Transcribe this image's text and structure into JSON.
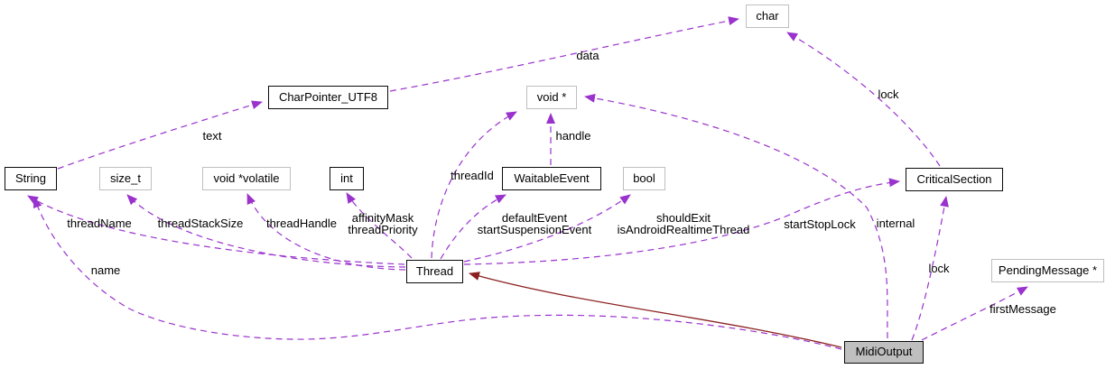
{
  "diagram": {
    "kind": "doxygen-collaboration-graph",
    "current_class": "MidiOutput",
    "colors": {
      "usage_edge": "#9a32cd",
      "private_inheritance_edge": "#8b2020",
      "node_fill": "#ffffff",
      "current_node_fill": "#bfbfbf",
      "linked_node_border": "#0a0a0a",
      "plain_node_border": "#bfbfbf"
    }
  },
  "nodes": [
    {
      "label": "char",
      "style": "plain"
    },
    {
      "label": "CharPointer_UTF8",
      "style": "linked"
    },
    {
      "label": "void *",
      "style": "plain"
    },
    {
      "label": "String",
      "style": "linked"
    },
    {
      "label": "size_t",
      "style": "plain"
    },
    {
      "label": "void *volatile",
      "style": "plain"
    },
    {
      "label": "int",
      "style": "linked"
    },
    {
      "label": "WaitableEvent",
      "style": "linked"
    },
    {
      "label": "bool",
      "style": "plain"
    },
    {
      "label": "CriticalSection",
      "style": "linked"
    },
    {
      "label": "Thread",
      "style": "linked"
    },
    {
      "label": "PendingMessage *",
      "style": "plain"
    },
    {
      "label": "MidiOutput",
      "style": "current"
    }
  ],
  "edges": [
    {
      "from": "String",
      "to": "CharPointer_UTF8",
      "relation": "usage",
      "label_lines": [
        "text"
      ]
    },
    {
      "from": "CharPointer_UTF8",
      "to": "char",
      "relation": "usage",
      "label_lines": [
        "data"
      ]
    },
    {
      "from": "CriticalSection",
      "to": "char",
      "relation": "usage",
      "label_lines": [
        "lock"
      ]
    },
    {
      "from": "WaitableEvent",
      "to": "void *",
      "relation": "usage",
      "label_lines": [
        "handle"
      ]
    },
    {
      "from": "Thread",
      "to": "void *",
      "relation": "usage",
      "label_lines": [
        "threadId"
      ]
    },
    {
      "from": "Thread",
      "to": "String",
      "relation": "usage",
      "label_lines": [
        "threadName"
      ]
    },
    {
      "from": "Thread",
      "to": "size_t",
      "relation": "usage",
      "label_lines": [
        "threadStackSize"
      ]
    },
    {
      "from": "Thread",
      "to": "void *volatile",
      "relation": "usage",
      "label_lines": [
        "threadHandle"
      ]
    },
    {
      "from": "Thread",
      "to": "int",
      "relation": "usage",
      "label_lines": [
        "affinityMask",
        "threadPriority"
      ]
    },
    {
      "from": "Thread",
      "to": "WaitableEvent",
      "relation": "usage",
      "label_lines": [
        "defaultEvent",
        "startSuspensionEvent"
      ]
    },
    {
      "from": "Thread",
      "to": "bool",
      "relation": "usage",
      "label_lines": [
        "shouldExit",
        "isAndroidRealtimeThread"
      ]
    },
    {
      "from": "Thread",
      "to": "CriticalSection",
      "relation": "usage",
      "label_lines": [
        "startStopLock"
      ]
    },
    {
      "from": "MidiOutput",
      "to": "void *",
      "relation": "usage",
      "label_lines": [
        "internal"
      ]
    },
    {
      "from": "MidiOutput",
      "to": "CriticalSection",
      "relation": "usage",
      "label_lines": [
        "lock"
      ]
    },
    {
      "from": "MidiOutput",
      "to": "PendingMessage *",
      "relation": "usage",
      "label_lines": [
        "firstMessage"
      ]
    },
    {
      "from": "MidiOutput",
      "to": "String",
      "relation": "usage",
      "label_lines": [
        "name"
      ]
    },
    {
      "from": "MidiOutput",
      "to": "Thread",
      "relation": "private-inheritance",
      "label_lines": []
    }
  ]
}
